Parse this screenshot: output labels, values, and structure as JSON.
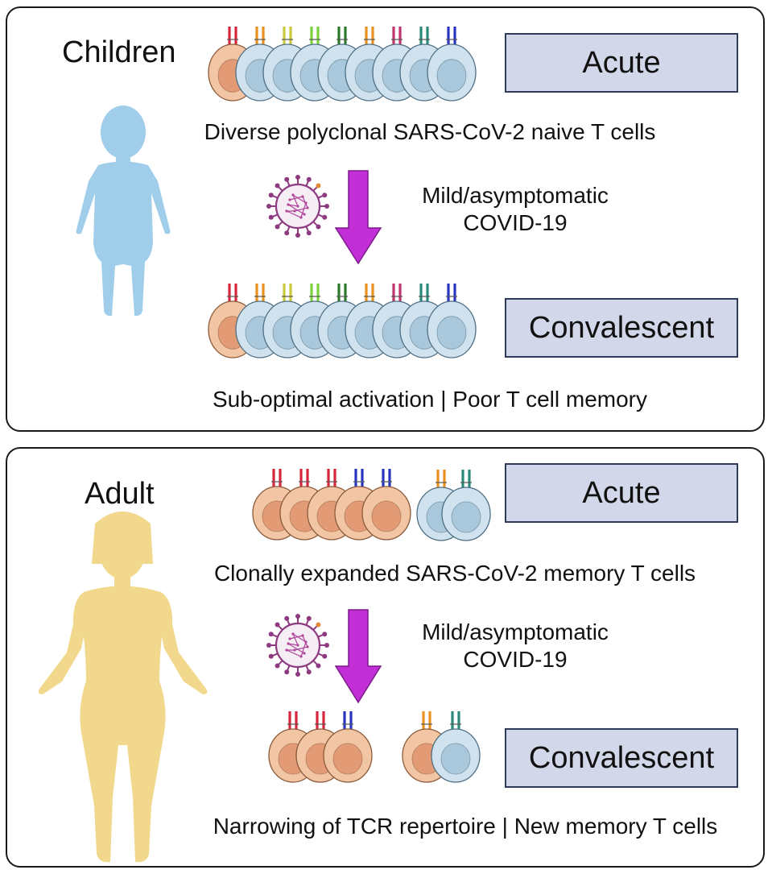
{
  "colors": {
    "panel_border": "#1a1a1a",
    "box_fill": "#d2d8e9",
    "box_border": "#2f3a5a",
    "arrow": "#c22fd6",
    "naive_cell": "#cfe2ee",
    "memory_cell": "#f2c6a4",
    "child_silhouette": "#9fcdea",
    "adult_silhouette": "#f2d88c",
    "virus": "#8e3a80"
  },
  "children": {
    "label": "Children",
    "acute_box": "Acute",
    "convalescent_box": "Convalescent",
    "acute_caption": "Diverse polyclonal SARS-CoV-2 naive T cells",
    "infection_line1": "Mild/asymptomatic",
    "infection_line2": "COVID-19",
    "outcome_caption": "Sub-optimal activation | Poor T cell memory",
    "acute_cells": [
      {
        "type": "memory",
        "tcr": "#d7263d"
      },
      {
        "type": "naive",
        "tcr": "#e8911f"
      },
      {
        "type": "naive",
        "tcr": "#c9c93a"
      },
      {
        "type": "naive",
        "tcr": "#7ad33a"
      },
      {
        "type": "naive",
        "tcr": "#2b7a2b"
      },
      {
        "type": "naive",
        "tcr": "#e8911f"
      },
      {
        "type": "naive",
        "tcr": "#c2346b"
      },
      {
        "type": "naive",
        "tcr": "#2a8a7a"
      },
      {
        "type": "naive",
        "tcr": "#2a36c2"
      }
    ],
    "convalescent_cells": [
      {
        "type": "memory",
        "tcr": "#d7263d"
      },
      {
        "type": "naive",
        "tcr": "#e8911f"
      },
      {
        "type": "naive",
        "tcr": "#c9c93a"
      },
      {
        "type": "naive",
        "tcr": "#7ad33a"
      },
      {
        "type": "naive",
        "tcr": "#2b7a2b"
      },
      {
        "type": "naive",
        "tcr": "#e8911f"
      },
      {
        "type": "naive",
        "tcr": "#c2346b"
      },
      {
        "type": "naive",
        "tcr": "#2a8a7a"
      },
      {
        "type": "naive",
        "tcr": "#2a36c2"
      }
    ]
  },
  "adult": {
    "label": "Adult",
    "acute_box": "Acute",
    "convalescent_box": "Convalescent",
    "acute_caption": "Clonally expanded SARS-CoV-2 memory T cells",
    "infection_line1": "Mild/asymptomatic",
    "infection_line2": "COVID-19",
    "outcome_caption": "Narrowing of TCR repertoire | New memory T cells",
    "acute_cells_a": [
      {
        "type": "memory",
        "tcr": "#d7263d"
      },
      {
        "type": "memory",
        "tcr": "#d7263d"
      },
      {
        "type": "memory",
        "tcr": "#d7263d"
      },
      {
        "type": "memory",
        "tcr": "#2a36c2"
      },
      {
        "type": "memory",
        "tcr": "#2a36c2"
      }
    ],
    "acute_cells_b": [
      {
        "type": "naive",
        "tcr": "#e8911f"
      },
      {
        "type": "naive",
        "tcr": "#2a8a7a"
      }
    ],
    "convalescent_cells_a": [
      {
        "type": "memory",
        "tcr": "#d7263d"
      },
      {
        "type": "memory",
        "tcr": "#d7263d"
      },
      {
        "type": "memory",
        "tcr": "#2a36c2"
      }
    ],
    "convalescent_cells_b": [
      {
        "type": "memory",
        "tcr": "#e8911f"
      },
      {
        "type": "naive",
        "tcr": "#2a8a7a"
      }
    ]
  }
}
